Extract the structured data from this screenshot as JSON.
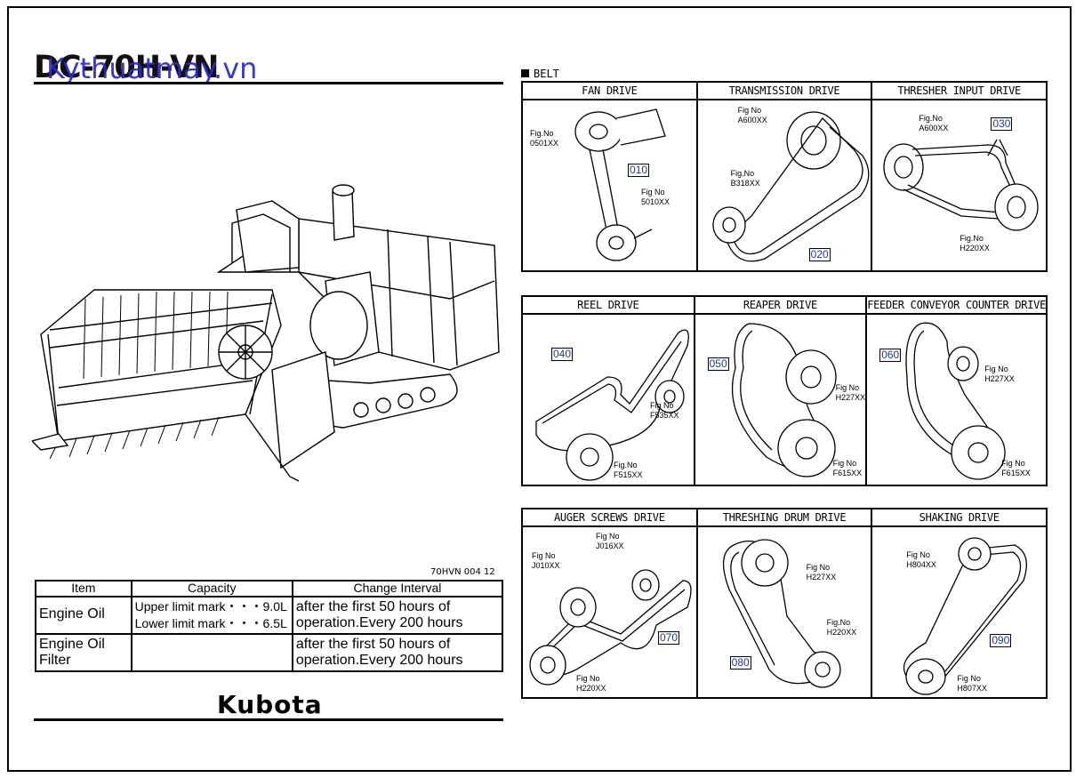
{
  "header": {
    "model_title": "DC-70H-VN",
    "watermark": "Kythuatmay.vn"
  },
  "figure_code": "70HVN 004 12",
  "spec_table": {
    "headers": [
      "Item",
      "Capacity",
      "Change Interval"
    ],
    "rows": [
      {
        "item": "Engine Oil",
        "capacity_line1": "Upper limit mark・・・9.0L",
        "capacity_line2": "Lower limit mark・・・6.5L",
        "interval_line1": "after the first 50 hours of",
        "interval_line2": "operation.Every 200 hours"
      },
      {
        "item_line1": "Engine Oil",
        "item_line2": "Filter",
        "capacity": "",
        "interval_line1": "after the first 50 hours of",
        "interval_line2": "operation.Every 200 hours"
      }
    ]
  },
  "logo": "Kubota",
  "belt": {
    "heading": "BELT",
    "row1": [
      {
        "title": "FAN DRIVE",
        "labels": [
          "Fig.No",
          "0501XX",
          "Fig No",
          "5010XX"
        ],
        "number": "010"
      },
      {
        "title": "TRANSMISSION DRIVE",
        "labels": [
          "Fig No",
          "A600XX",
          "Fig.No",
          "B318XX"
        ],
        "number": "020"
      },
      {
        "title": "THRESHER INPUT DRIVE",
        "labels": [
          "Fig.No",
          "A600XX",
          "Fig.No",
          "H220XX"
        ],
        "number": "030"
      }
    ],
    "row2": [
      {
        "title": "REEL DRIVE",
        "labels": [
          "Fig No",
          "F535XX",
          "Fig.No",
          "F515XX"
        ],
        "number": "040"
      },
      {
        "title": "REAPER DRIVE",
        "labels": [
          "Fig No",
          "H227XX",
          "Fig No",
          "F615XX"
        ],
        "number": "050"
      },
      {
        "title": "FEEDER CONVEYOR COUNTER DRIVE",
        "labels": [
          "Fig No",
          "H227XX",
          "Fig No",
          "F615XX"
        ],
        "number": "060"
      }
    ],
    "row3": [
      {
        "title": "AUGER SCREWS DRIVE",
        "labels": [
          "Fig No",
          "J016XX",
          "Fig No",
          "J010XX",
          "Fig No",
          "H220XX"
        ],
        "number": "070"
      },
      {
        "title": "THRESHING DRUM DRIVE",
        "labels": [
          "Fig No",
          "H227XX",
          "Fig.No",
          "H220XX"
        ],
        "number": "080"
      },
      {
        "title": "SHAKING DRIVE",
        "labels": [
          "Fig No",
          "H804XX",
          "Fig No",
          "H807XX"
        ],
        "number": "090"
      }
    ]
  }
}
